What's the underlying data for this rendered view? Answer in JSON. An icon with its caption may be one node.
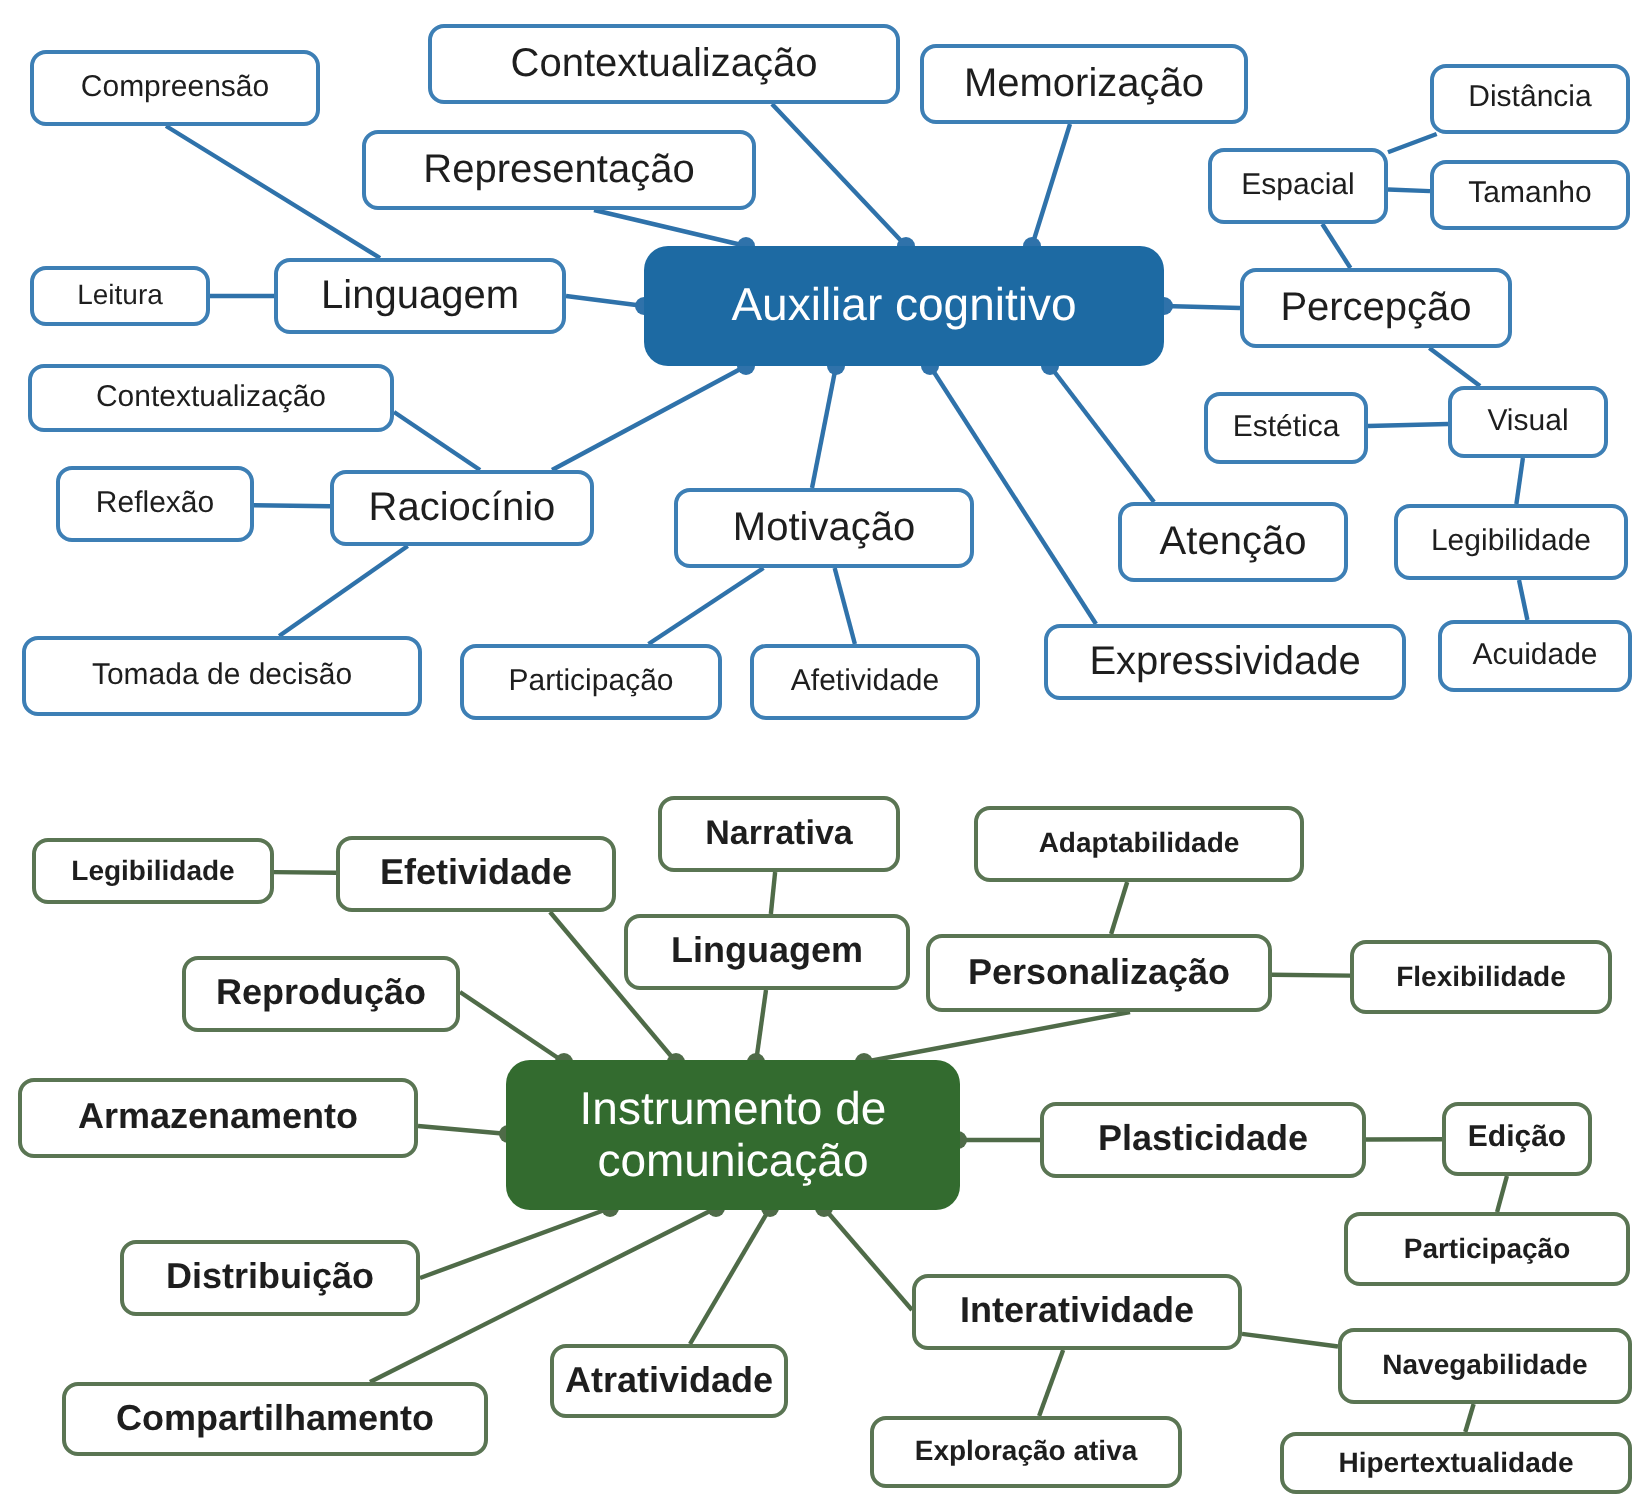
{
  "diagram": {
    "nodes": [
      {
        "text": [
          "Auxiliar cognitivo"
        ]
      },
      {
        "text": [
          "Compreensão"
        ]
      },
      {
        "text": [
          "Contextualização"
        ]
      },
      {
        "text": [
          "Memorização"
        ]
      },
      {
        "text": [
          "Representação"
        ]
      },
      {
        "text": [
          "Distância"
        ]
      },
      {
        "text": [
          "Espacial"
        ]
      },
      {
        "text": [
          "Tamanho"
        ]
      },
      {
        "text": [
          "Linguagem"
        ]
      },
      {
        "text": [
          "Leitura"
        ]
      },
      {
        "text": [
          "Percepção"
        ]
      },
      {
        "text": [
          "Contextualização"
        ]
      },
      {
        "text": [
          "Estética"
        ]
      },
      {
        "text": [
          "Visual"
        ]
      },
      {
        "text": [
          "Reflexão"
        ]
      },
      {
        "text": [
          "Raciocínio"
        ]
      },
      {
        "text": [
          "Motivação"
        ]
      },
      {
        "text": [
          "Atenção"
        ]
      },
      {
        "text": [
          "Legibilidade"
        ]
      },
      {
        "text": [
          "Tomada de decisão"
        ]
      },
      {
        "text": [
          "Participação"
        ]
      },
      {
        "text": [
          "Afetividade"
        ]
      },
      {
        "text": [
          "Expressividade"
        ]
      },
      {
        "text": [
          "Acuidade"
        ]
      },
      {
        "text": [
          "Instrumento de comunicação"
        ]
      },
      {
        "text": [
          "Legibilidade"
        ]
      },
      {
        "text": [
          "Efetividade"
        ]
      },
      {
        "text": [
          "Narrativa"
        ]
      },
      {
        "text": [
          "Linguagem"
        ]
      },
      {
        "text": [
          "Adaptabilidade"
        ]
      },
      {
        "text": [
          "Reprodução"
        ]
      },
      {
        "text": [
          "Personalização"
        ]
      },
      {
        "text": [
          "Flexibilidade"
        ]
      },
      {
        "text": [
          "Armazenamento"
        ]
      },
      {
        "text": [
          "Plasticidade"
        ]
      },
      {
        "text": [
          "Edição"
        ]
      },
      {
        "text": [
          "Participação"
        ]
      },
      {
        "text": [
          "Distribuição"
        ]
      },
      {
        "text": [
          "Interatividade"
        ]
      },
      {
        "text": [
          "Navegabilidade"
        ]
      },
      {
        "text": [
          "Atratividade"
        ]
      },
      {
        "text": [
          "Compartilhamento"
        ]
      },
      {
        "text": [
          "Exploração ativa"
        ]
      },
      {
        "text": [
          "Hipertextualidade"
        ]
      }
    ],
    "edges": [
      {
        "from": 0,
        "to": 2,
        "arrow": "other"
      },
      {
        "from": 0,
        "to": 3,
        "arrow": "other"
      },
      {
        "from": 0,
        "to": 4,
        "arrow": "other"
      },
      {
        "from": 0,
        "to": 8,
        "arrow": "other"
      },
      {
        "from": 0,
        "to": 10,
        "arrow": "other"
      },
      {
        "from": 0,
        "to": 15,
        "arrow": "other"
      },
      {
        "from": 0,
        "to": 16,
        "arrow": "other"
      },
      {
        "from": 0,
        "to": 22,
        "arrow": "other"
      },
      {
        "from": 0,
        "to": 17,
        "arrow": "other"
      },
      {
        "from": 8,
        "to": 1,
        "arrow": "none"
      },
      {
        "from": 8,
        "to": 9,
        "arrow": "none"
      },
      {
        "from": 15,
        "to": 11,
        "arrow": "none"
      },
      {
        "from": 15,
        "to": 14,
        "arrow": "none"
      },
      {
        "from": 15,
        "to": 19,
        "arrow": "none"
      },
      {
        "from": 16,
        "to": 20,
        "arrow": "none"
      },
      {
        "from": 16,
        "to": 21,
        "arrow": "none"
      },
      {
        "from": 10,
        "to": 6,
        "arrow": "none"
      },
      {
        "from": 6,
        "to": 5,
        "arrow": "none"
      },
      {
        "from": 6,
        "to": 7,
        "arrow": "none"
      },
      {
        "from": 10,
        "to": 13,
        "arrow": "none"
      },
      {
        "from": 13,
        "to": 12,
        "arrow": "none"
      },
      {
        "from": 13,
        "to": 18,
        "arrow": "none"
      },
      {
        "from": 18,
        "to": 23,
        "arrow": "none"
      },
      {
        "from": 24,
        "to": 26,
        "arrow": "other",
        "color": "#4f6b48"
      },
      {
        "from": 24,
        "to": 28,
        "arrow": "other",
        "color": "#4f6b48"
      },
      {
        "from": 24,
        "to": 31,
        "arrow": "other",
        "color": "#4f6b48"
      },
      {
        "from": 24,
        "to": 30,
        "arrow": "other",
        "color": "#4f6b48"
      },
      {
        "from": 24,
        "to": 33,
        "arrow": "other",
        "color": "#4f6b48"
      },
      {
        "from": 24,
        "to": 34,
        "arrow": "other",
        "color": "#4f6b48"
      },
      {
        "from": 24,
        "to": 37,
        "arrow": "other",
        "color": "#4f6b48"
      },
      {
        "from": 24,
        "to": 41,
        "arrow": "other",
        "color": "#4f6b48"
      },
      {
        "from": 24,
        "to": 40,
        "arrow": "other",
        "color": "#4f6b48"
      },
      {
        "from": 24,
        "to": 38,
        "arrow": "other",
        "color": "#4f6b48"
      },
      {
        "from": 26,
        "to": 25,
        "arrow": "none",
        "color": "#4f6b48"
      },
      {
        "from": 28,
        "to": 27,
        "arrow": "none",
        "color": "#4f6b48"
      },
      {
        "from": 31,
        "to": 29,
        "arrow": "none",
        "color": "#4f6b48"
      },
      {
        "from": 31,
        "to": 32,
        "arrow": "none",
        "color": "#4f6b48"
      },
      {
        "from": 34,
        "to": 35,
        "arrow": "none",
        "color": "#4f6b48"
      },
      {
        "from": 35,
        "to": 36,
        "arrow": "none",
        "color": "#4f6b48"
      },
      {
        "from": 38,
        "to": 42,
        "arrow": "none",
        "color": "#4f6b48"
      },
      {
        "from": 38,
        "to": 39,
        "arrow": "none",
        "color": "#4f6b48"
      },
      {
        "from": 39,
        "to": 43,
        "arrow": "none",
        "color": "#4f6b48"
      }
    ]
  }
}
